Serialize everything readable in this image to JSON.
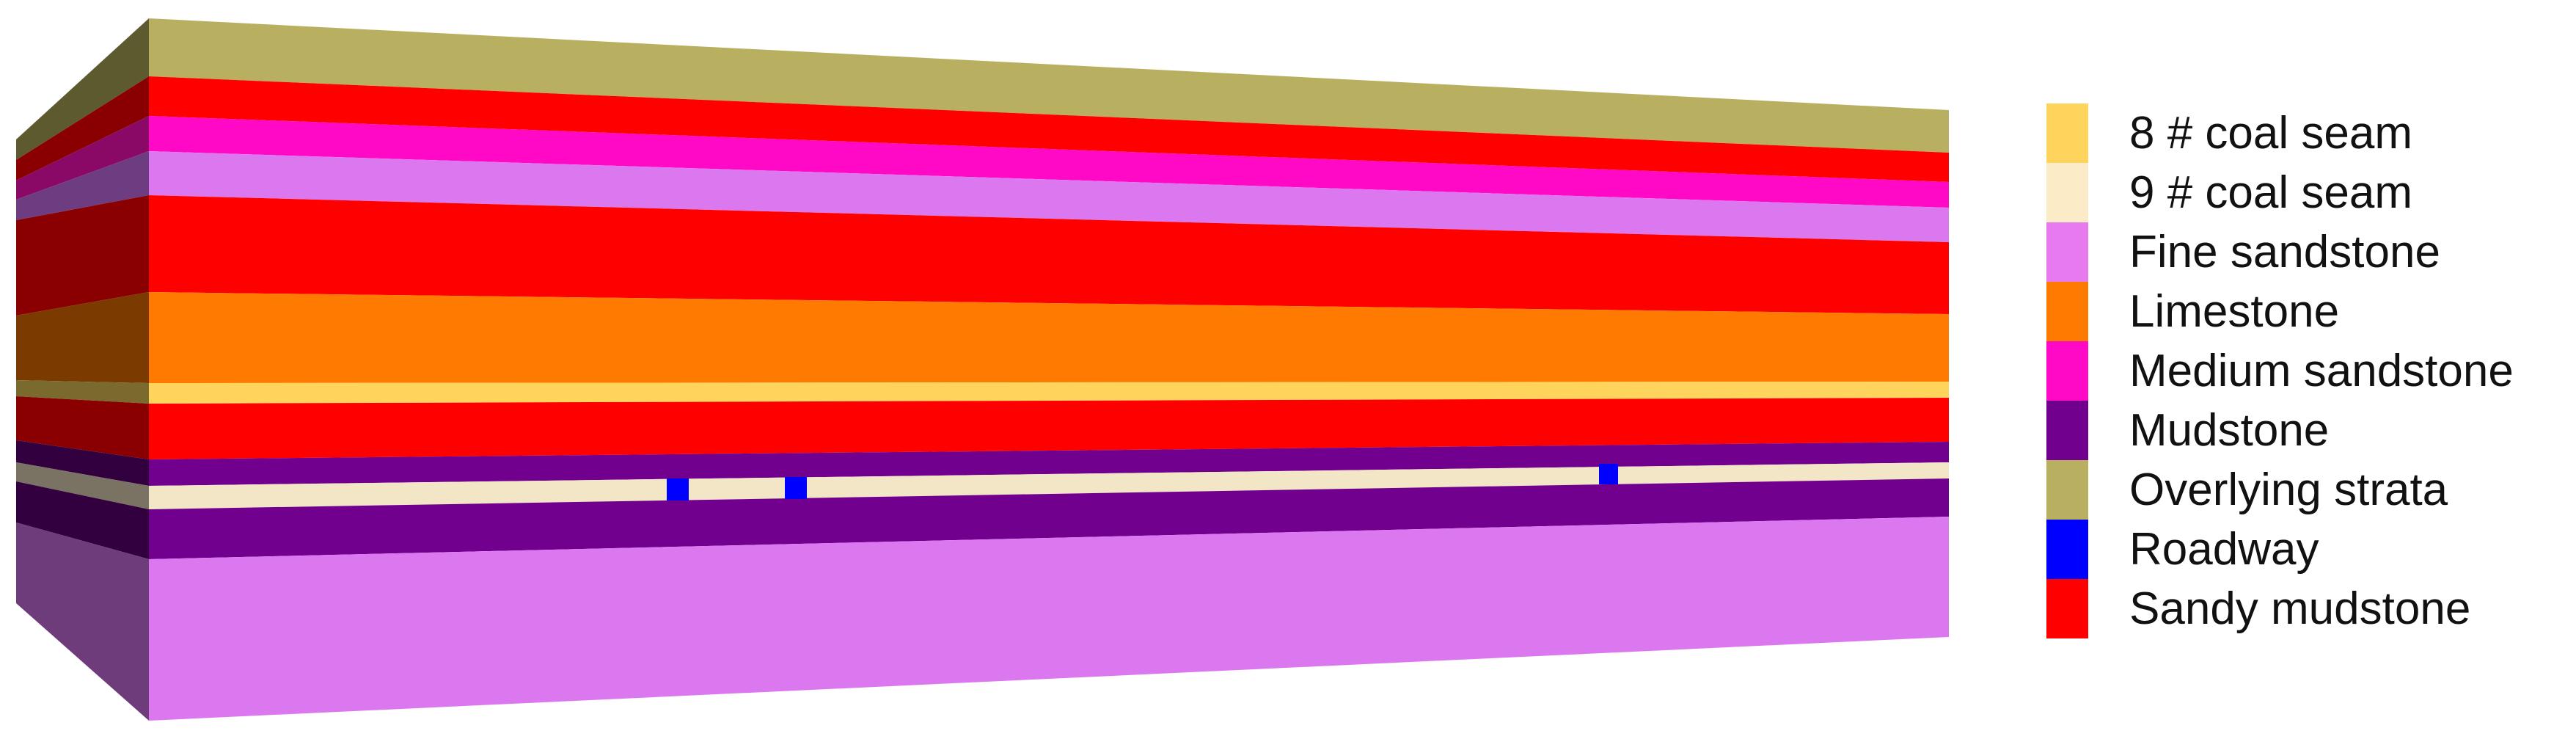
{
  "legend": {
    "items": [
      {
        "label": "8 # coal seam",
        "color": "#FFD45C"
      },
      {
        "label": "9 # coal seam",
        "color": "#FBEBC6"
      },
      {
        "label": "Fine sandstone",
        "color": "#E77AEF"
      },
      {
        "label": "Limestone",
        "color": "#FF7A00"
      },
      {
        "label": "Medium sandstone",
        "color": "#FF08C6"
      },
      {
        "label": "Mudstone",
        "color": "#72008F"
      },
      {
        "label": "Overlying strata",
        "color": "#B8B060"
      },
      {
        "label": "Roadway",
        "color": "#0000FF"
      },
      {
        "label": "Sandy mudstone",
        "color": "#FF0000"
      }
    ]
  },
  "model": {
    "layers_top_to_bottom": [
      "Overlying strata",
      "Sandy mudstone",
      "Medium sandstone",
      "Fine sandstone",
      "Sandy mudstone",
      "Limestone",
      "8 # coal seam",
      "Sandy mudstone",
      "Mudstone",
      "9 # coal seam",
      "Mudstone",
      "Fine sandstone"
    ],
    "roadway_count": 3
  }
}
